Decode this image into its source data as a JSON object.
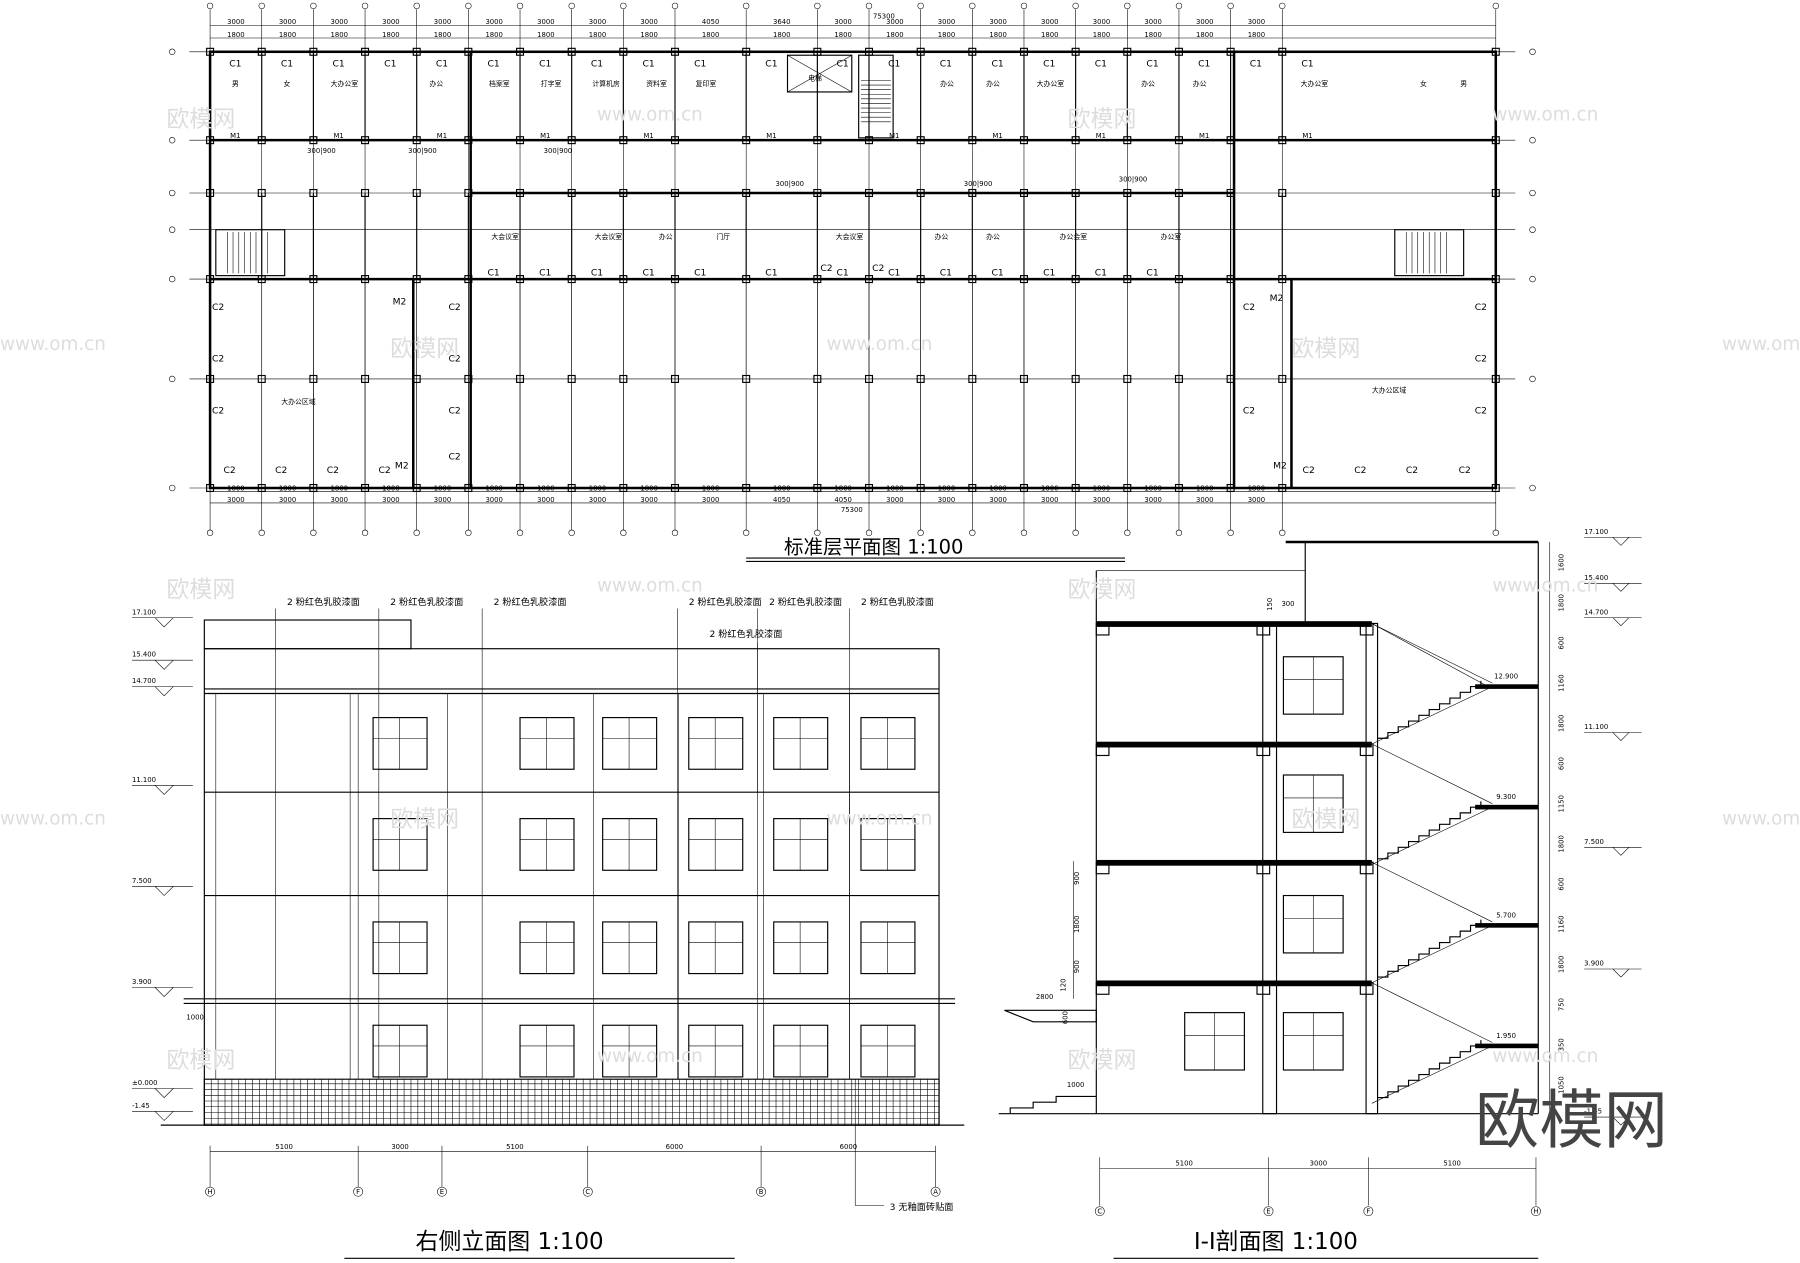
{
  "titles": {
    "plan": "标准层平面图   1:100",
    "elevation": "右侧立面图    1:100",
    "section": "I-I剖面图    1:100"
  },
  "plan": {
    "total_width": "75300",
    "top_dims": [
      "3000",
      "3000",
      "3000",
      "3000",
      "3000",
      "3000",
      "3000",
      "3000",
      "3000",
      "4050",
      "3640",
      "3000",
      "3000",
      "3000",
      "3000",
      "3000",
      "3000",
      "3000",
      "3000",
      "3000"
    ],
    "bottom_dims": [
      "3000",
      "3000",
      "3000",
      "3000",
      "3000",
      "3000",
      "3000",
      "3000",
      "3000",
      "3000",
      "4050",
      "4050",
      "3000",
      "3000",
      "3000",
      "3000",
      "3000",
      "3000",
      "3000",
      "3000"
    ],
    "rooms": [
      "男",
      "女",
      "大办公室",
      "办公",
      "档案室",
      "打字室",
      "计算机房",
      "资料室",
      "复印室",
      "电梯",
      "办公",
      "办公",
      "大办公室",
      "办公",
      "办公",
      "大办公室",
      "女",
      "男",
      "大会议室",
      "大会议室",
      "办公",
      "门厅",
      "大会议室",
      "办公",
      "办公",
      "办公会室",
      "办公室",
      "大办公区域",
      "大办公区域"
    ],
    "door_label": "M1",
    "door2_label": "M2",
    "window1": "C1",
    "window2": "C2",
    "small_dim": "300|900"
  },
  "elevation": {
    "finish_labels": [
      "2  粉红色乳胶漆面",
      "2  粉红色乳胶漆面",
      "2  粉红色乳胶漆面",
      "2  粉红色乳胶漆面",
      "2  粉红色乳胶漆面",
      "2  粉红色乳胶漆面"
    ],
    "base_label": "3  无釉面砖贴面",
    "levels": [
      "17.100",
      "15.400",
      "14.700",
      "11.100",
      "7.500",
      "3.900",
      "±0.000",
      "-1.45"
    ],
    "dim_1000": "1000",
    "dims": [
      "5100",
      "3000",
      "5100",
      "6000",
      "6000"
    ],
    "axes": [
      "H",
      "F",
      "E",
      "C",
      "B",
      "A"
    ]
  },
  "section": {
    "levels_right": [
      "17.100",
      "15.400",
      "14.700",
      "11.100",
      "7.500",
      "3.900",
      "-1.45"
    ],
    "stair_levels": [
      "12.900",
      "9.300",
      "5.700",
      "1.950"
    ],
    "right_dims": [
      "1600",
      "1800",
      "600",
      "1160",
      "1800",
      "600",
      "1150",
      "1800",
      "600",
      "1160",
      "1800",
      "750",
      "350",
      "1050"
    ],
    "left_dims": [
      "900",
      "1800",
      "900",
      "120"
    ],
    "canopy_dims": [
      "2800",
      "600",
      "1000"
    ],
    "top_dims": [
      "150",
      "300"
    ],
    "dims": [
      "5100",
      "3000",
      "5100"
    ],
    "axes": [
      "C",
      "E",
      "F",
      "H"
    ]
  },
  "watermark": {
    "logo": "欧模网",
    "url": "www.om.cn"
  }
}
